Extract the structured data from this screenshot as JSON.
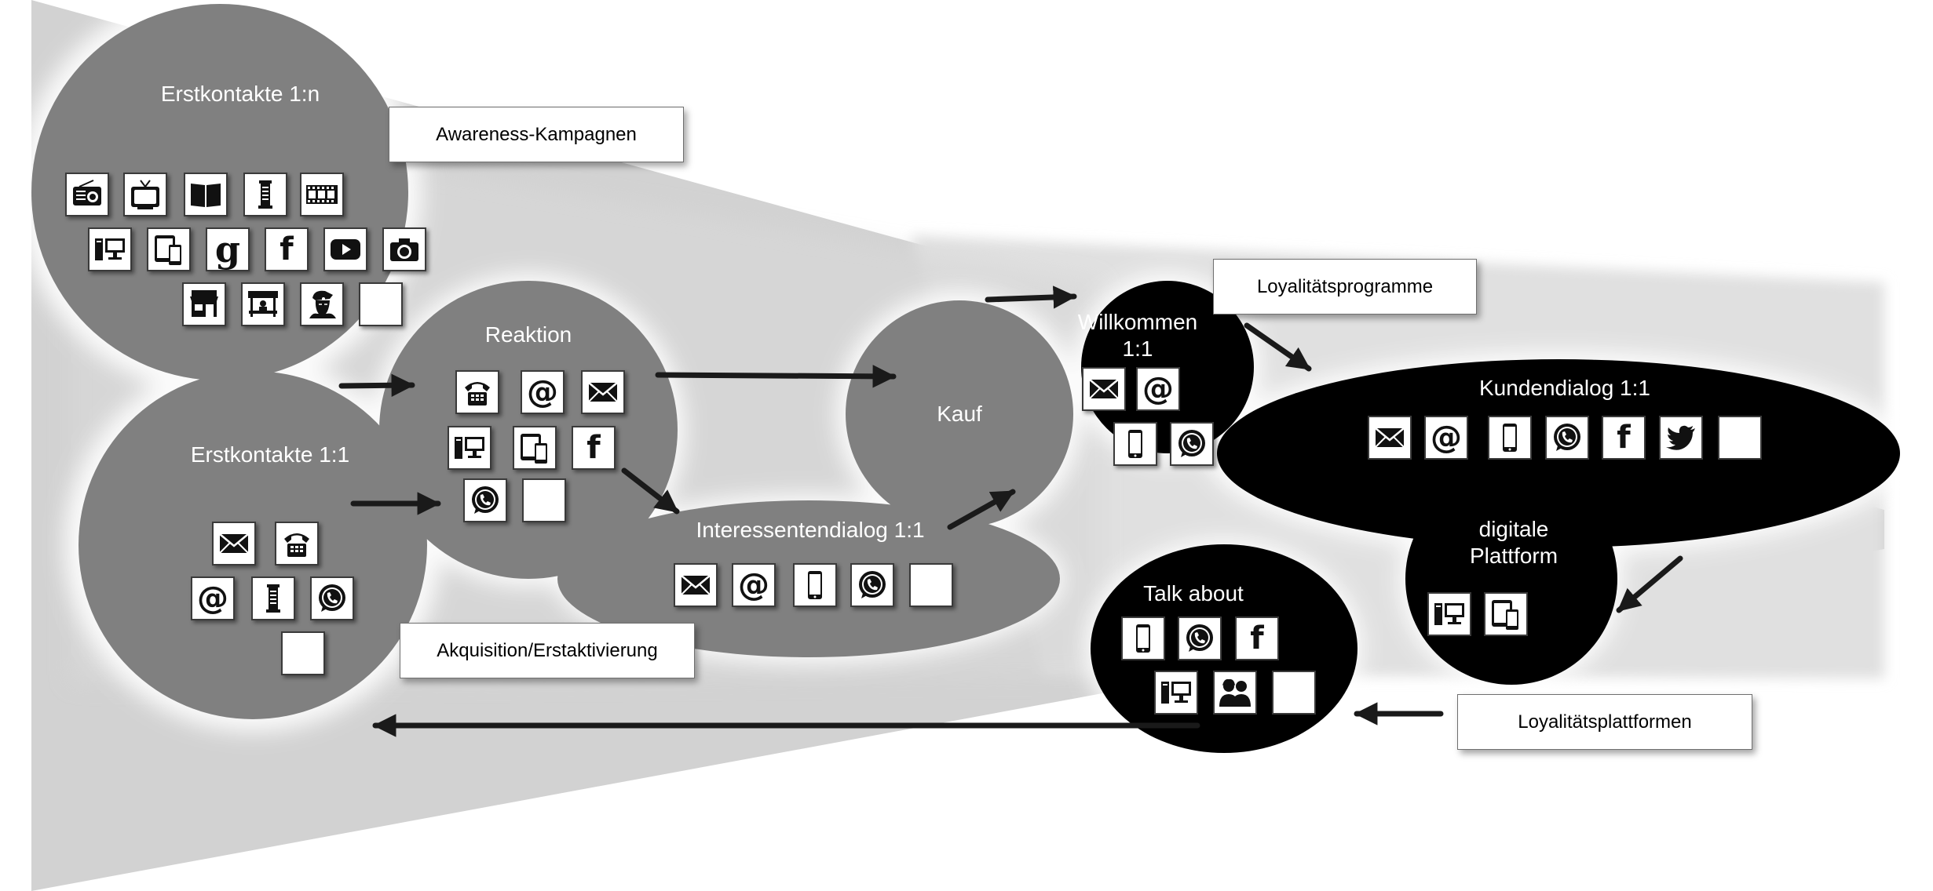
{
  "nodes": {
    "erstkontakte_1n": {
      "label": "Erstkontakte 1:n"
    },
    "reaktion": {
      "label": "Reaktion"
    },
    "erstkontakte_11": {
      "label": "Erstkontakte 1:1"
    },
    "kauf": {
      "label": "Kauf"
    },
    "interessentendialog": {
      "label": "Interessentendialog 1:1"
    },
    "willkommen": {
      "label": "Willkommen\n1:1"
    },
    "kundendialog": {
      "label": "Kundendialog 1:1"
    },
    "digitale_plattform": {
      "label": "digitale\nPlattform"
    },
    "talk_about": {
      "label": "Talk about"
    }
  },
  "callouts": {
    "awareness": "Awareness-Kampagnen",
    "loyalitaetsprogramme": "Loyalitätsprogramme",
    "akquisition": "Akquisition/Erstaktivierung",
    "loyalitaetsplattformen": "Loyalitätsplattformen"
  },
  "icon_groups": {
    "erstkontakte_1n": [
      "radio-icon",
      "tv-icon",
      "book-icon",
      "advertising-pillar-icon",
      "film-icon",
      "desktop-icon",
      "tablet-phone-icon",
      "google-icon",
      "facebook-icon",
      "youtube-icon",
      "camera-icon",
      "shop-icon",
      "market-stall-icon",
      "portrait-icon",
      "blank-icon"
    ],
    "reaktion": [
      "telephone-icon",
      "at-icon",
      "envelope-icon",
      "desktop-icon",
      "tablet-phone-icon",
      "facebook-icon",
      "whatsapp-icon",
      "blank-icon"
    ],
    "erstkontakte_11": [
      "envelope-icon",
      "telephone-icon",
      "at-icon",
      "advertising-pillar-icon",
      "whatsapp-icon",
      "blank-icon"
    ],
    "interessentendialog": [
      "envelope-icon",
      "at-icon",
      "smartphone-icon",
      "whatsapp-icon",
      "blank-icon"
    ],
    "willkommen": [
      "envelope-icon",
      "at-icon",
      "smartphone-icon",
      "whatsapp-icon"
    ],
    "kundendialog": [
      "envelope-icon",
      "at-icon",
      "smartphone-icon",
      "whatsapp-icon",
      "facebook-icon",
      "twitter-icon",
      "blank-icon"
    ],
    "digitale_plattform": [
      "desktop-icon",
      "tablet-phone-icon"
    ],
    "talk_about": [
      "smartphone-icon",
      "whatsapp-icon",
      "facebook-icon",
      "desktop-icon",
      "people-icon",
      "blank-icon"
    ]
  },
  "icon_glyphs": {
    "at": "@",
    "facebook": "f",
    "google": "g"
  },
  "colors": {
    "funnel_outer": "#d2d2d2",
    "funnel_inner": "#e0e0e0",
    "gray_node": "#808080",
    "black_node": "#000000",
    "title_text": "#ffffff"
  }
}
